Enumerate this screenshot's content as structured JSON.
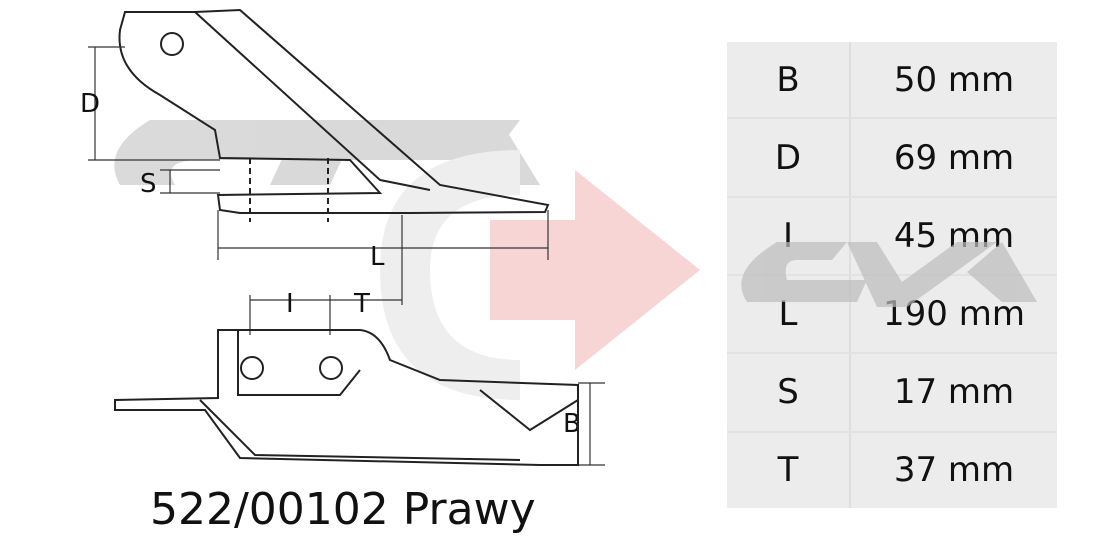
{
  "caption": "522/00102 Prawy",
  "dimension_labels": {
    "D": "D",
    "S": "S",
    "L": "L",
    "I": "I",
    "T": "T",
    "B": "B"
  },
  "specs": [
    {
      "key": "B",
      "value": "50 mm"
    },
    {
      "key": "D",
      "value": "69 mm"
    },
    {
      "key": "I",
      "value": "45 mm"
    },
    {
      "key": "L",
      "value": "190 mm"
    },
    {
      "key": "S",
      "value": "17 mm"
    },
    {
      "key": "T",
      "value": "37 mm"
    }
  ],
  "watermark": {
    "logo": "CVA",
    "arrow_color": "#f5c6c8",
    "logo_color": "#c8c8c8"
  }
}
